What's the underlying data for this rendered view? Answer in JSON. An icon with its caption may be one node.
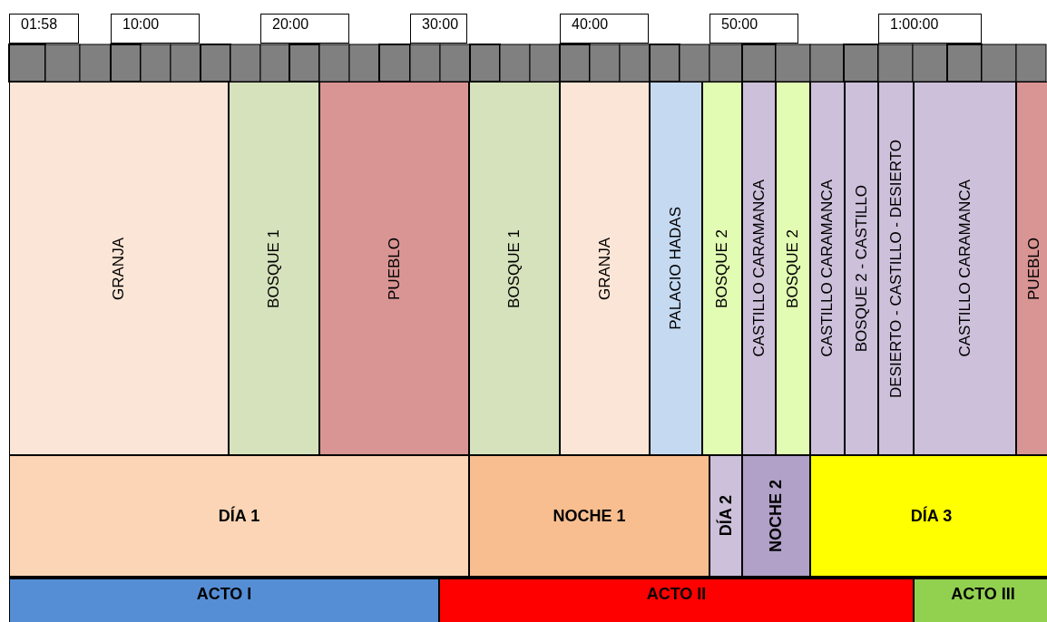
{
  "diagram": {
    "nodes": [
      {
        "text": [
          "01:58"
        ]
      },
      {
        "text": [
          "10:00"
        ]
      },
      {
        "text": [
          "20:00"
        ]
      },
      {
        "text": [
          "30:00"
        ]
      },
      {
        "text": [
          "40:00"
        ]
      },
      {
        "text": [
          "50:00"
        ]
      },
      {
        "text": [
          "1:00:00"
        ]
      },
      {
        "text": [
          "GRANJA"
        ]
      },
      {
        "text": [
          "BOSQUE 1"
        ]
      },
      {
        "text": [
          "PUEBLO"
        ]
      },
      {
        "text": [
          "BOSQUE 1"
        ]
      },
      {
        "text": [
          "GRANJA"
        ]
      },
      {
        "text": [
          "PALACIO HADAS"
        ]
      },
      {
        "text": [
          "BOSQUE 2"
        ]
      },
      {
        "text": [
          "CASTILLO CARAMANCA"
        ]
      },
      {
        "text": [
          "BOSQUE 2"
        ]
      },
      {
        "text": [
          "CASTILLO CARAMANCA"
        ]
      },
      {
        "text": [
          "BOSQUE 2 - CASTILLO"
        ]
      },
      {
        "text": [
          "DESIERTO - CASTILLO - DESIERTO"
        ]
      },
      {
        "text": [
          "CASTILLO CARAMANCA"
        ]
      },
      {
        "text": [
          "PUEBLO"
        ]
      },
      {
        "text": [
          "DÍA 1"
        ]
      },
      {
        "text": [
          "NOCHE 1"
        ]
      },
      {
        "text": [
          "DÍA 2"
        ]
      },
      {
        "text": [
          "NOCHE 2"
        ]
      },
      {
        "text": [
          "DÍA 3"
        ]
      },
      {
        "text": [
          "ACTO I"
        ]
      },
      {
        "text": [
          "ACTO II"
        ]
      },
      {
        "text": [
          "ACTO III"
        ]
      }
    ],
    "edges": []
  }
}
